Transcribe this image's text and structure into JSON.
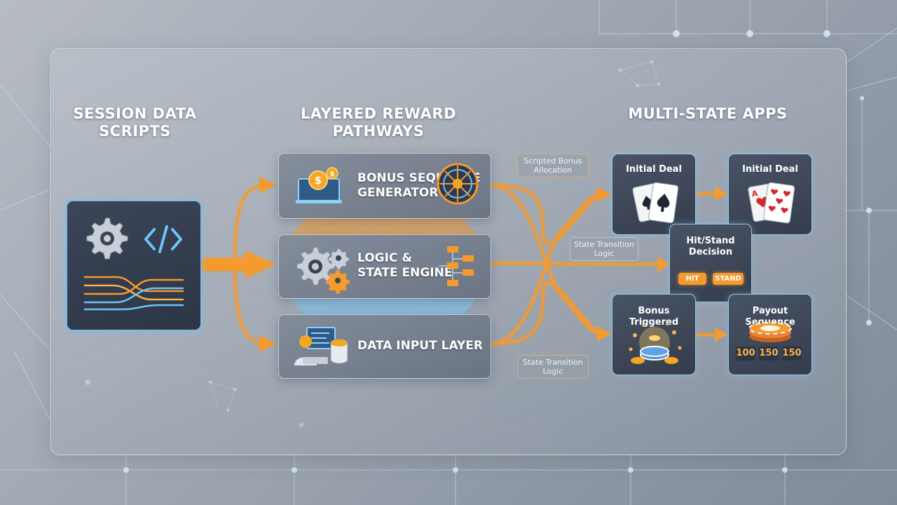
{
  "columns": {
    "source_title": "SESSION DATA\nSCRIPTS",
    "pathways_title": "LAYERED REWARD\nPATHWAYS",
    "apps_title": "MULTI-STATE APPS"
  },
  "layers": {
    "bonus": "BONUS SEQUENCE\nGENERATOR",
    "logic": "LOGIC &\nSTATE ENGINE",
    "data_input": "DATA INPUT LAYER"
  },
  "connector_tags": {
    "bonus_allocation": "Scripted Bonus\nAllocation",
    "state_transition_1": "State Transition\nLogic",
    "state_transition_2": "State Transition\nLogic"
  },
  "states": {
    "initial_deal_1": "Initial Deal",
    "initial_deal_2": "Initial Deal",
    "hit_stand": "Hit/Stand\nDecision",
    "hit_button": "HIT",
    "stand_button": "STAND",
    "bonus_triggered": "Bonus Triggered",
    "payout_sequence": "Payout Sequence",
    "payouts": [
      "100",
      "150",
      "150"
    ]
  },
  "colors": {
    "accent_orange": "#f59a2e",
    "glow_blue": "#7fb9e6"
  },
  "icons": {
    "source": [
      "gear-icon",
      "code-icon",
      "data-streams-icon"
    ],
    "bonus": [
      "coin-screen-icon",
      "roulette-wheel-icon"
    ],
    "logic": [
      "gears-icon",
      "flowchart-icon"
    ],
    "data_input": [
      "user-terminal-icon",
      "database-icon"
    ],
    "states": [
      "playing-cards-icon",
      "coin-burst-icon",
      "chip-stack-icon"
    ]
  }
}
